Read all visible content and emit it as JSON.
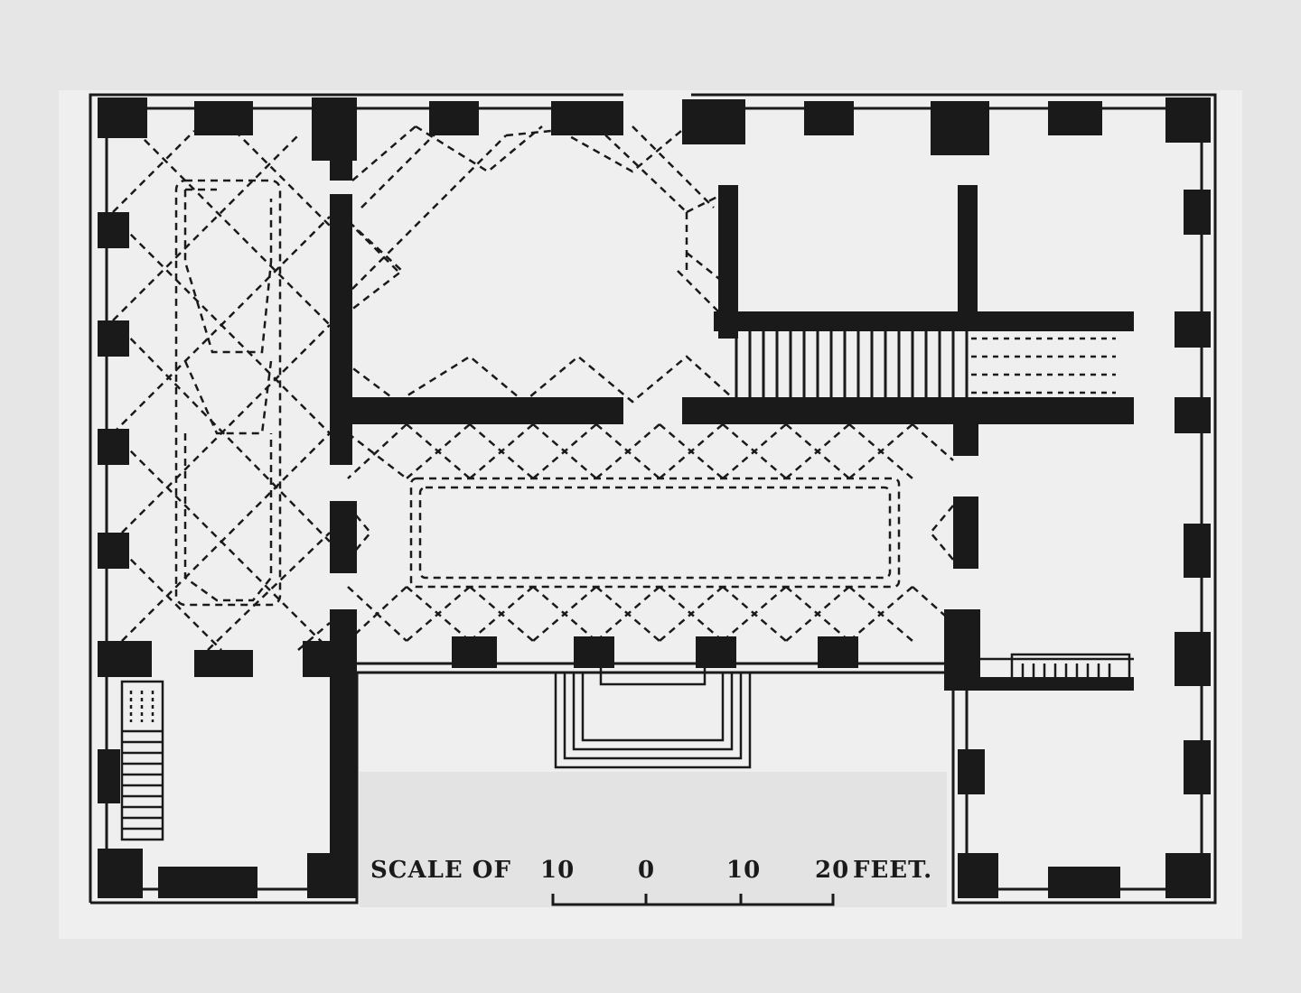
{
  "colors": {
    "background": "#e6e6e6",
    "paper": "#efefef",
    "ink": "#1a1a1a"
  },
  "scale_bar": {
    "caption": "SCALE OF",
    "tick_10_left": "10",
    "tick_0": "0",
    "tick_10_right": "10",
    "tick_20": "20",
    "unit": "FEET."
  }
}
